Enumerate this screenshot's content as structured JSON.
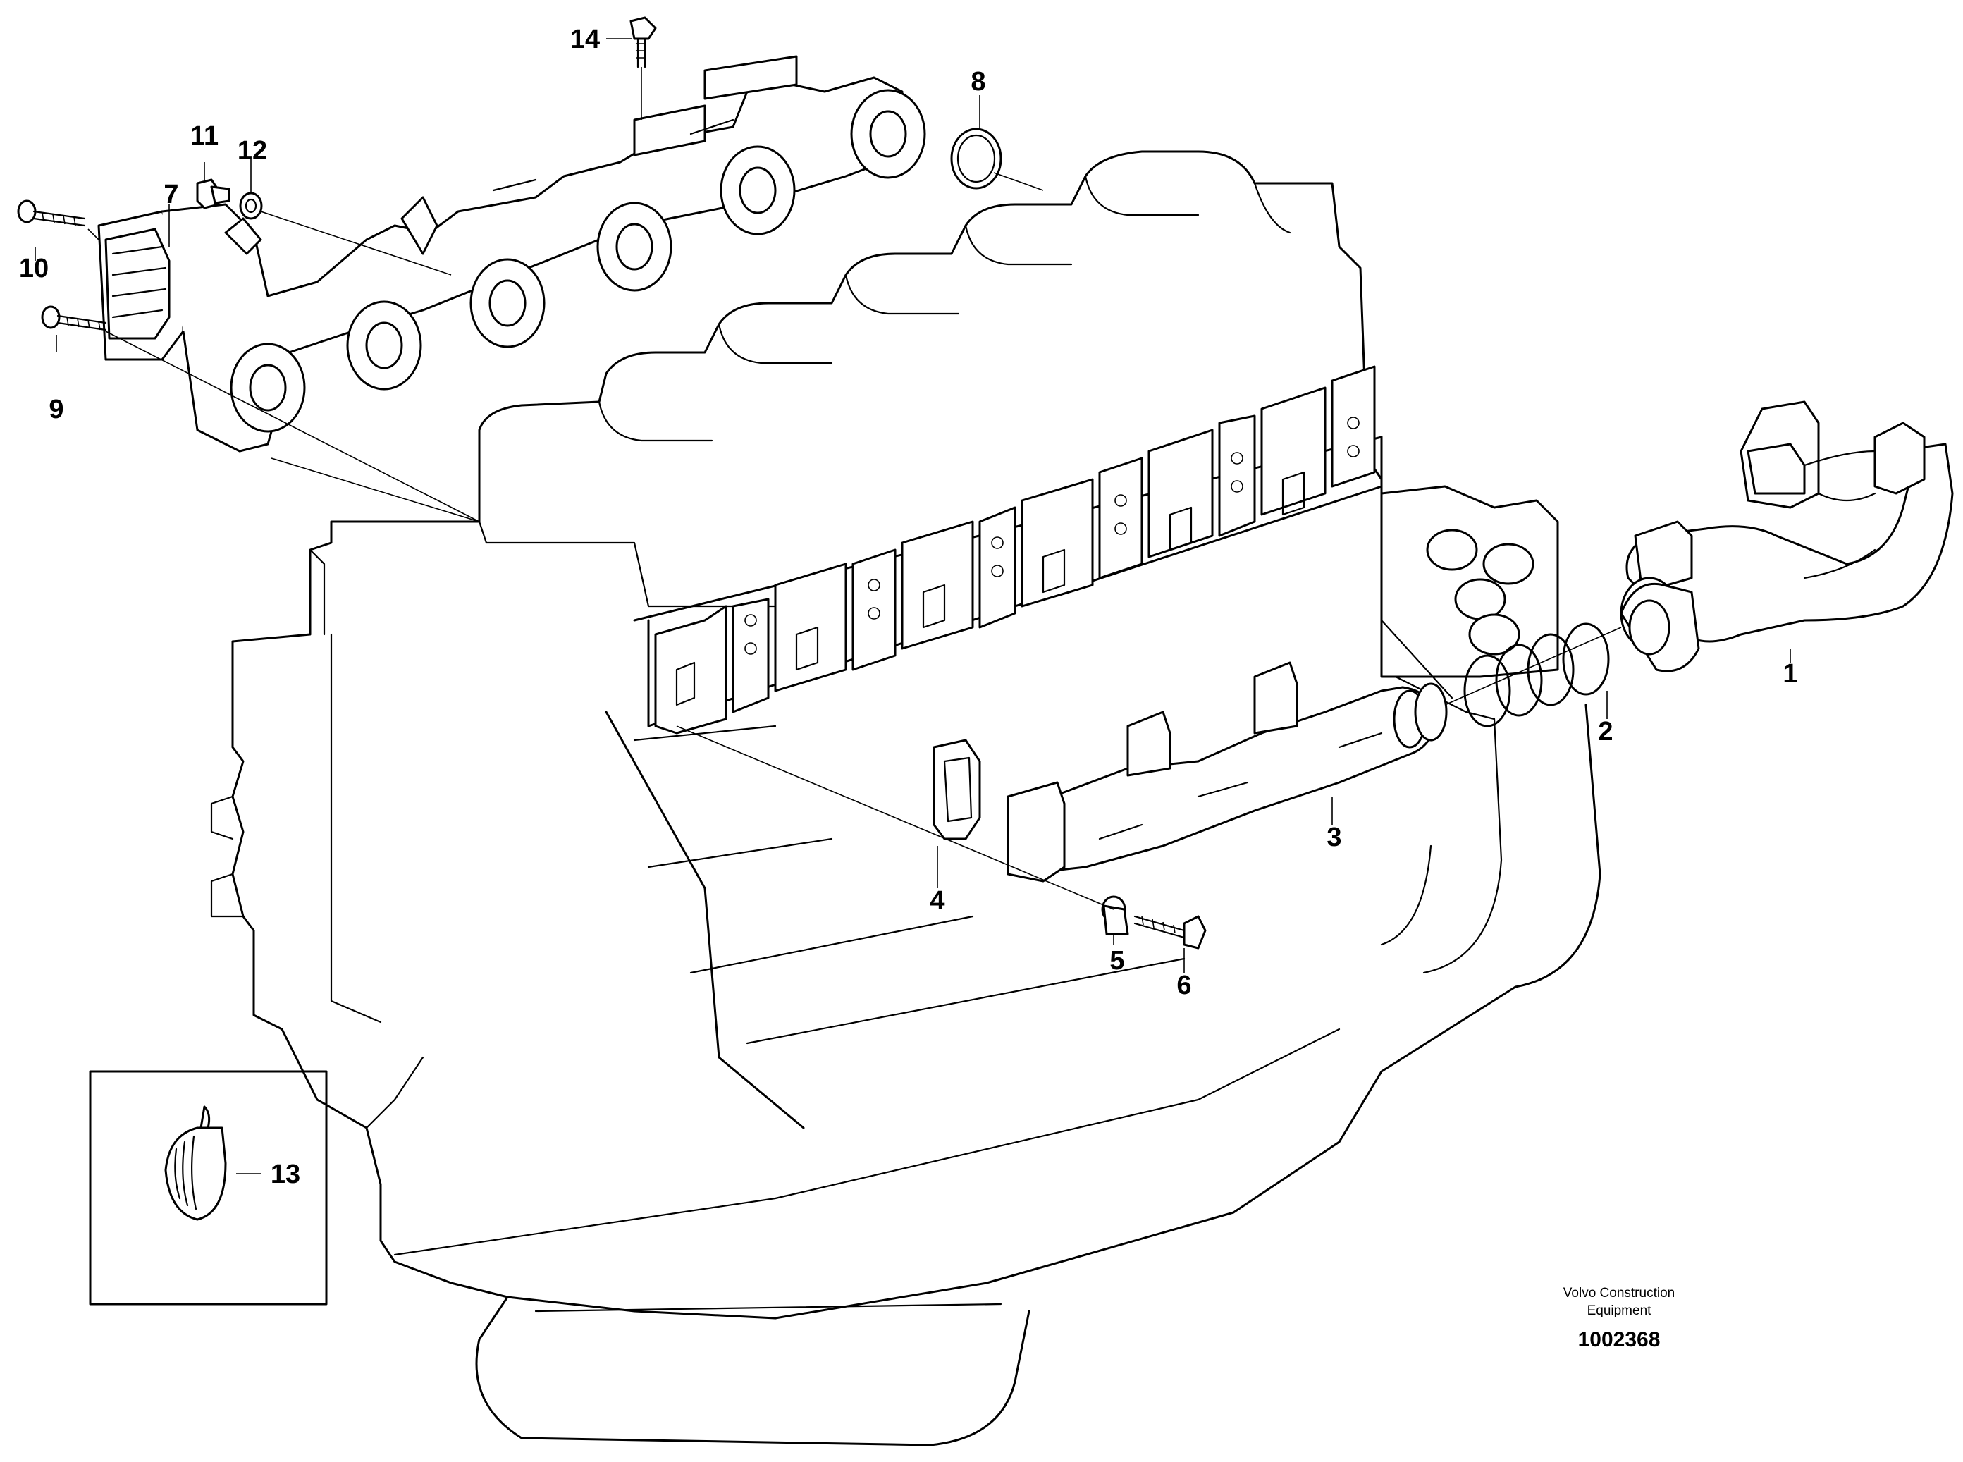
{
  "callouts": [
    {
      "id": "1"
    },
    {
      "id": "2"
    },
    {
      "id": "3"
    },
    {
      "id": "4"
    },
    {
      "id": "5"
    },
    {
      "id": "6"
    },
    {
      "id": "7"
    },
    {
      "id": "8"
    },
    {
      "id": "9"
    },
    {
      "id": "10"
    },
    {
      "id": "11"
    },
    {
      "id": "12"
    },
    {
      "id": "13"
    },
    {
      "id": "14"
    }
  ],
  "caption": {
    "line1": "Volvo Construction",
    "line2": "Equipment",
    "number": "1002368"
  }
}
